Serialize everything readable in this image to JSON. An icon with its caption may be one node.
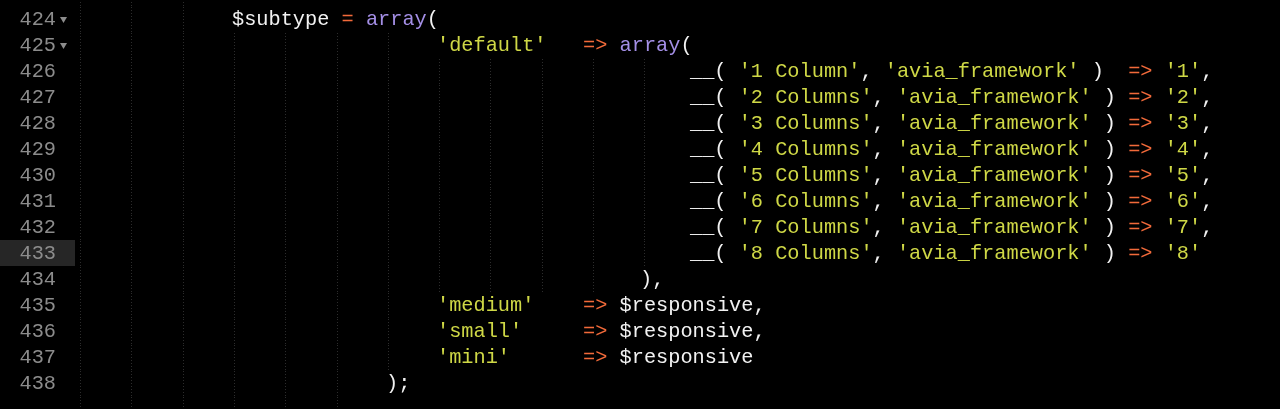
{
  "diagram": {
    "labels": [
      "424",
      "$subtype = array(",
      "425",
      "'default'   => array(",
      "426",
      "__( '1 Column', 'avia_framework' )  => '1',",
      "427",
      "__( '2 Columns', 'avia_framework' ) => '2',",
      "428",
      "__( '3 Columns', 'avia_framework' ) => '3',",
      "429",
      "__( '4 Columns', 'avia_framework' ) => '4',",
      "430",
      "__( '5 Columns', 'avia_framework' ) => '5',",
      "431",
      "__( '6 Columns', 'avia_framework' ) => '6',",
      "432",
      "__( '7 Columns', 'avia_framework' ) => '7',",
      "433",
      "__( '8 Columns', 'avia_framework' ) => '8'",
      "434",
      "),",
      "435",
      "'medium'    => $responsive,",
      "436",
      "'small'     => $responsive,",
      "437",
      "'mini'      => $responsive",
      "438",
      ");"
    ]
  }
}
